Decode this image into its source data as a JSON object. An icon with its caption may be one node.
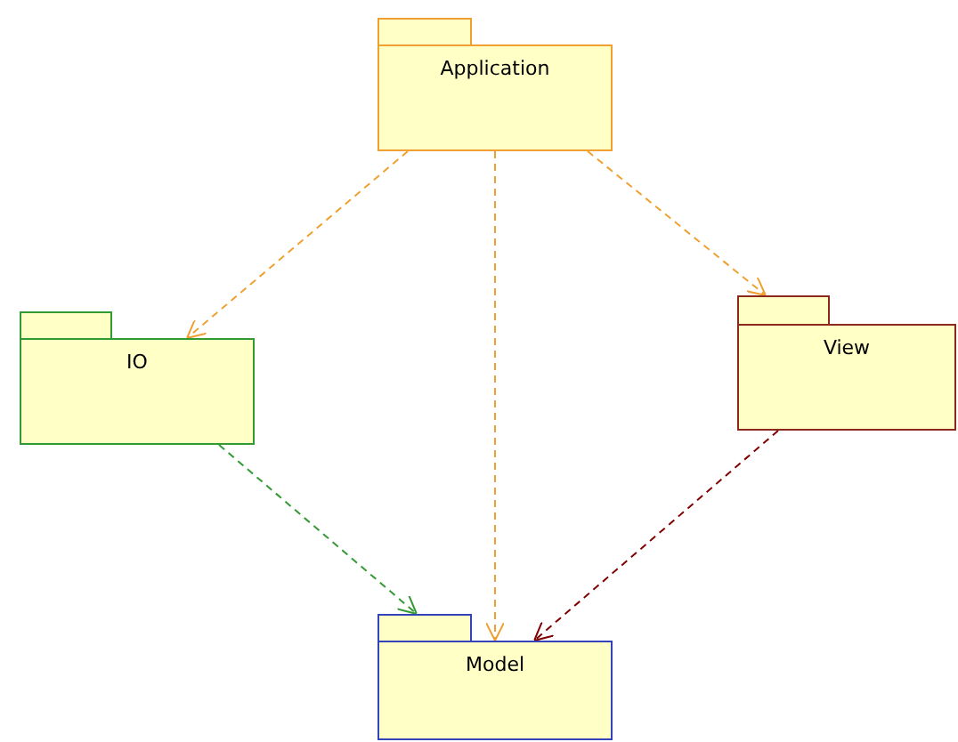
{
  "diagram": {
    "nodes": [
      {
        "text": [
          "Application"
        ]
      },
      {
        "text": [
          "IO"
        ]
      },
      {
        "text": [
          "View"
        ]
      },
      {
        "text": [
          "Model"
        ]
      }
    ],
    "edges": [
      {
        "from": 0,
        "to": 1,
        "arrow": "to",
        "style": "dashed"
      },
      {
        "from": 0,
        "to": 3,
        "arrow": "to",
        "style": "dashed"
      },
      {
        "from": 0,
        "to": 2,
        "arrow": "to",
        "style": "dashed"
      },
      {
        "from": 1,
        "to": 3,
        "arrow": "to",
        "style": "dashed",
        "color": "#339933"
      },
      {
        "from": 2,
        "to": 3,
        "arrow": "to",
        "style": "dashed",
        "color": "#800000"
      }
    ]
  }
}
